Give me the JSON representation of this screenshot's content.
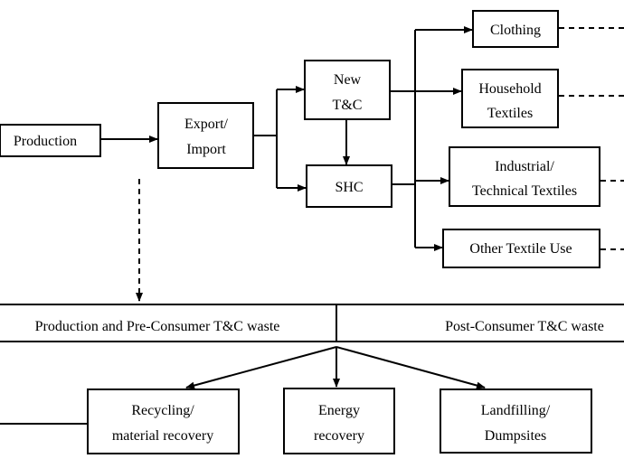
{
  "nodes": {
    "production": "Production",
    "export_import": [
      "Export/",
      "Import"
    ],
    "new_tc": [
      "New",
      "T&C"
    ],
    "shc": "SHC",
    "clothing": "Clothing",
    "household_textiles": [
      "Household",
      "Textiles"
    ],
    "industrial_textiles": [
      "Industrial/",
      "Technical Textiles"
    ],
    "other_textile_use": "Other Textile Use"
  },
  "waste_band": {
    "left_label": "Production and Pre-Consumer T&C waste",
    "right_label": "Post-Consumer T&C waste"
  },
  "outcomes": {
    "recycling": [
      "Recycling/",
      "material recovery"
    ],
    "energy": [
      "Energy",
      "recovery"
    ],
    "landfill": [
      "Landfilling/",
      "Dumpsites"
    ]
  },
  "colors": {
    "stroke": "#000000",
    "background": "#ffffff"
  }
}
